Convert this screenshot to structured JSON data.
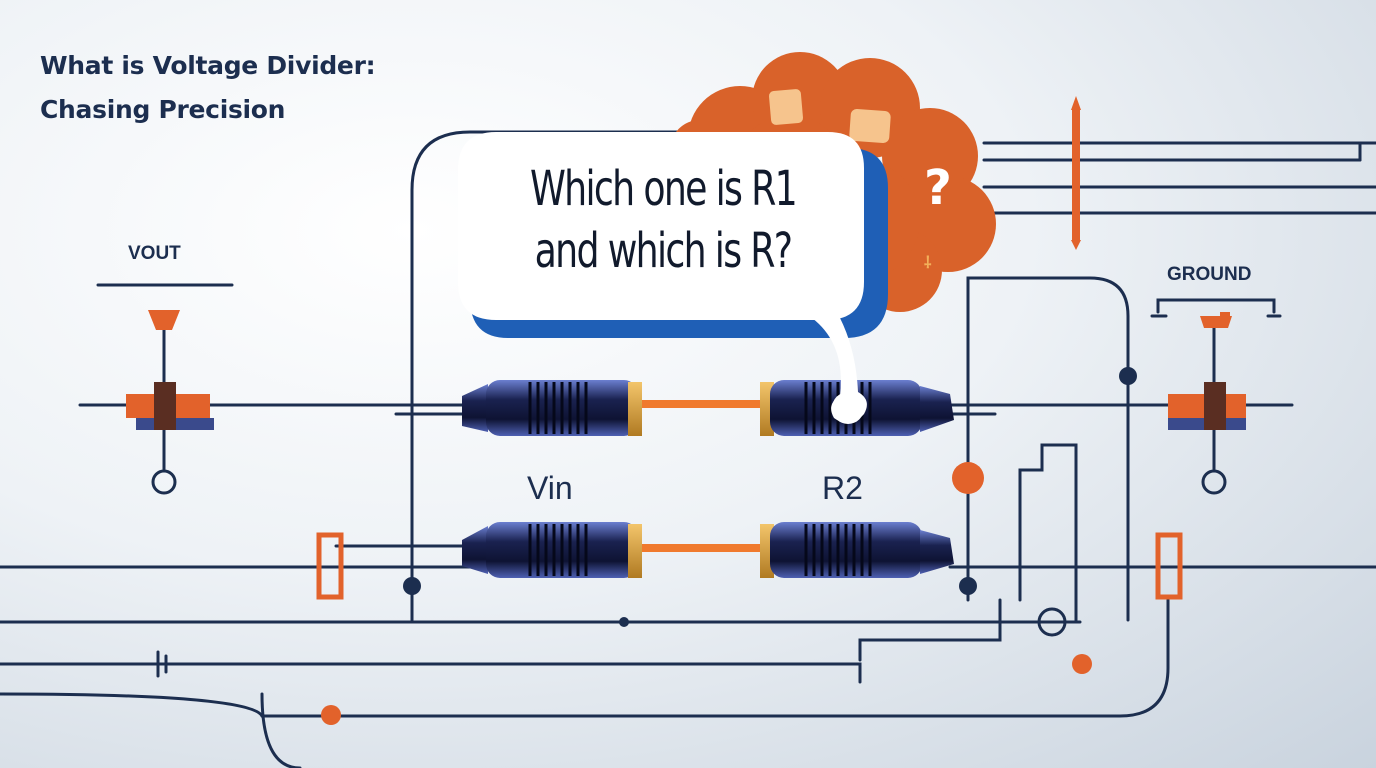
{
  "title": {
    "line1": "What  is Voltage Divider:",
    "line2": "Chasing Precision"
  },
  "bubble": {
    "line1": "Which one is R1",
    "line2": "and which is R?"
  },
  "thought_cloud": {
    "symbol": "?"
  },
  "labels": {
    "vout": "VOUT",
    "ground": "GROUND",
    "vin": "Vin",
    "r2": "R2"
  },
  "colors": {
    "wire": "#1c2e4f",
    "accent": "#e2622b",
    "resistor_body": "#3a4a8c",
    "background": "#eef2f6"
  }
}
